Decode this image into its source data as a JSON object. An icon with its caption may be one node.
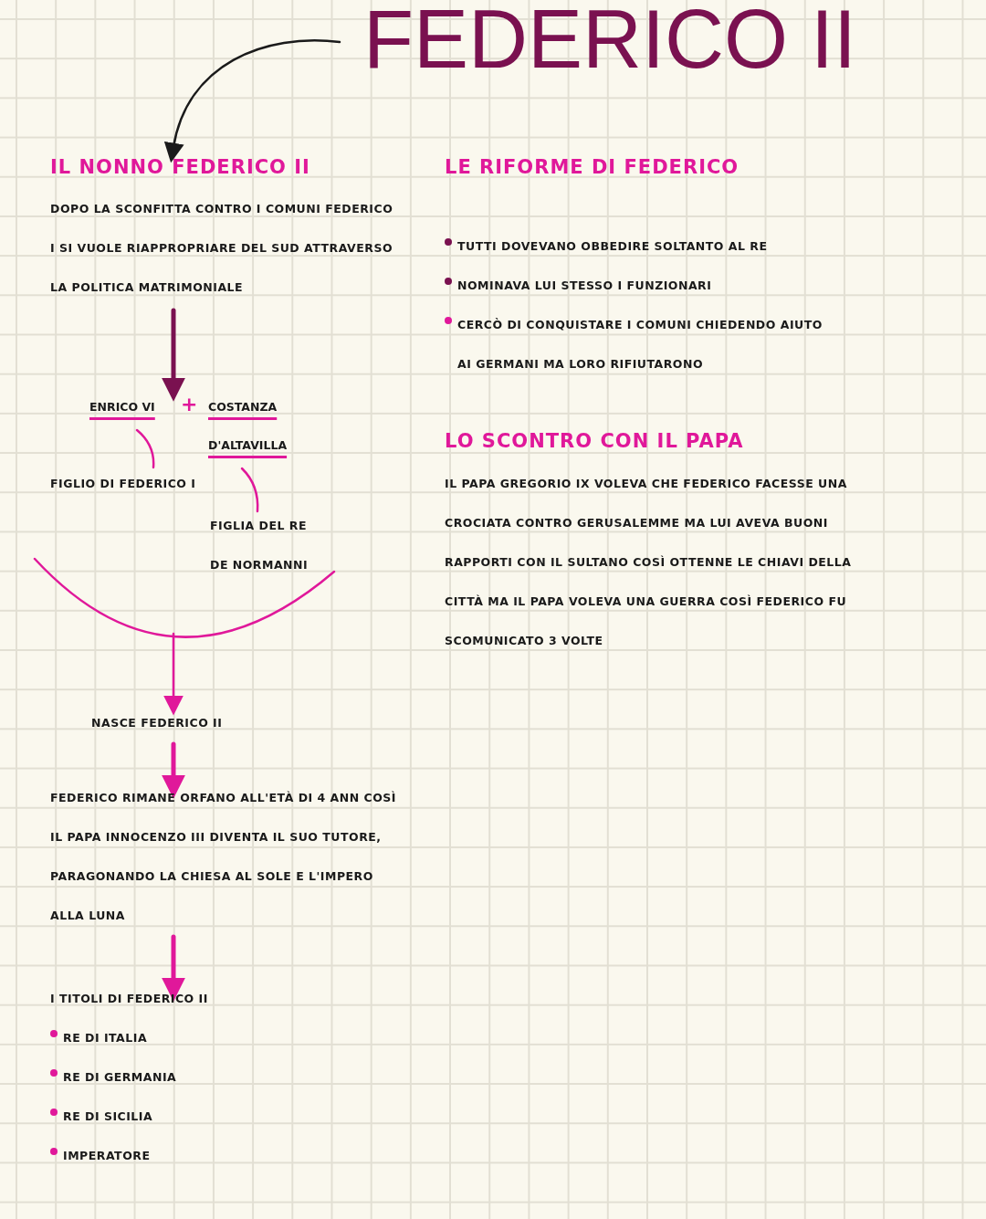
{
  "diagram": {
    "title": "FEDERICO II",
    "nodes": [
      {
        "text": [
          "IL NONNO FEDERICO II",
          "DOPO LA SCONFITTA CONTRO I COMUNI FEDERICO I SI VUOLE RIAPPROPRIARE DEL SUD ATTRAVERSO LA POLITICA MATRIMONIALE"
        ]
      },
      {
        "text": [
          "ENRICO VI"
        ]
      },
      {
        "text": [
          "COSTANZA D'ALTAVILLA"
        ]
      },
      {
        "text": [
          "FIGLIO DI FEDERICO I"
        ]
      },
      {
        "text": [
          "FIGLIA DEL RE DE NORMANNI"
        ]
      },
      {
        "text": [],
        "shape": "arc"
      },
      {
        "text": [
          "NASCE **FEDERICO II**"
        ]
      },
      {
        "text": [
          "FEDERICO RIMANE ORFANO ALL'ETÀ DI 4 ANN COSÌ IL PAPA **INNOCENZO III** DIVENTA IL SUO TUTORE, PARAGONANDO LA CHIESA AL SOLE E L'IMPERO ALLA LUNA"
        ]
      },
      {
        "text": [
          "I TITOLI DI FEDERICO II",
          "RE DI ITALIA",
          "RE DI GERMANIA",
          "RE DI SICILIA",
          "IMPERATORE"
        ]
      }
    ],
    "edges": [
      {
        "from": null,
        "to": 0,
        "arrow": "to",
        "color": "#1a1a1a"
      },
      {
        "from": 0,
        "to": 1,
        "arrow": "to",
        "style": "thick",
        "color": "#7a1150"
      },
      {
        "from": 1,
        "to": 3,
        "arrow": "none"
      },
      {
        "from": 2,
        "to": 4,
        "arrow": "none"
      },
      {
        "from": 5,
        "to": 6,
        "arrow": "to"
      },
      {
        "from": 6,
        "to": 7,
        "arrow": "to",
        "style": "thick"
      },
      {
        "from": 7,
        "to": 8,
        "arrow": "to",
        "style": "thick"
      }
    ],
    "labels": [
      "+",
      "LE RIFORME DI FEDERICO",
      "TUTTI DOVEVANO OBBEDIRE SOLTANTO AL RE",
      "NOMINAVA LUI STESSO I FUNZIONARI",
      "CERCÒ DI CONQUISTARE I COMUNI CHIEDENDO AIUTO AI GERMANI MA LORO RIFIUTARONO",
      "LO SCONTRO CON IL PAPA",
      "IL PAPA GREGORIO IX VOLEVA CHE FEDERICO FACESSE UNA CROCIATA CONTRO GERUSALEMME MA LUI AVEVA BUONI RAPPORTI CON IL SULTANO COSÌ OTTENNE LE CHIAVI DELLA CITTÀ MA IL PAPA VOLEVA UNA GUERRA COSÌ FEDERICO FU SCOMUNICATO 3 VOLTE"
    ]
  }
}
